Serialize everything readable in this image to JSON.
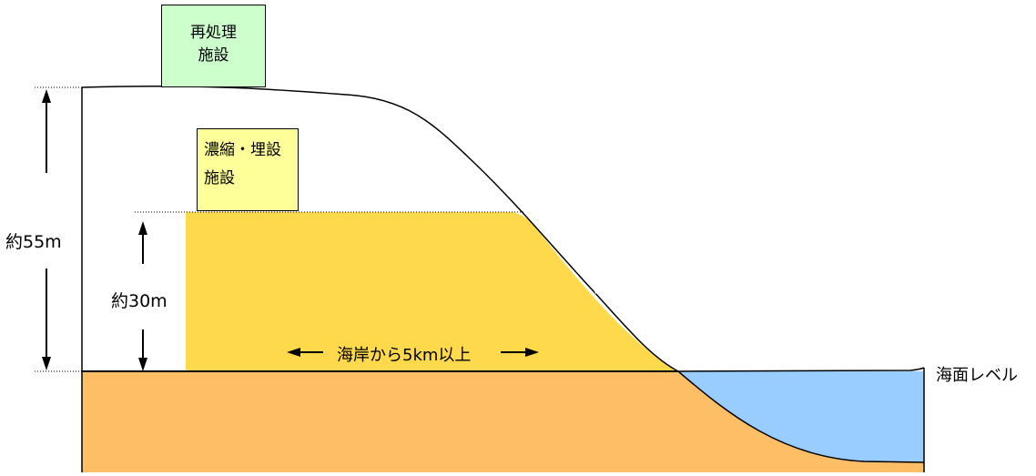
{
  "facilities": {
    "reprocessing": {
      "line1": "再処理",
      "line2": "施設"
    },
    "burial": {
      "line1": "濃縮・埋設",
      "line2": "施設"
    }
  },
  "dimensions": {
    "height_total": "約55m",
    "height_plateau": "約30m",
    "distance": "海岸から5km以上"
  },
  "labels": {
    "sea_level": "海面レベル"
  },
  "colors": {
    "ground": "#FDBE66",
    "plateau": "#FED94B",
    "sea": "#99CCFF",
    "reprocessing_box": "#CCFFCC",
    "burial_box": "#FFFF99",
    "outline": "#000000"
  }
}
